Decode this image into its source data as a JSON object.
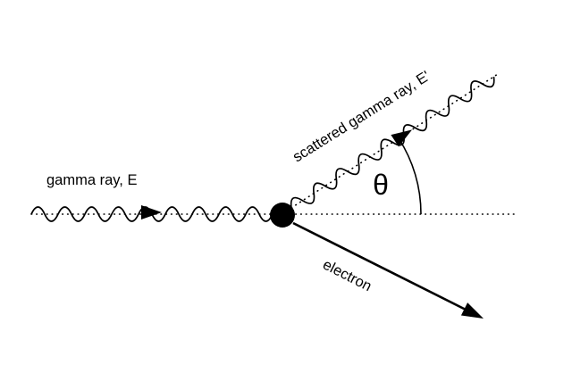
{
  "diagram": {
    "type": "physics-compton-scattering",
    "colors": {
      "ink": "#000000",
      "background": "#ffffff"
    },
    "labels": {
      "incident_ray": "gamma ray, E",
      "scattered_ray": "scattered gamma ray, E'",
      "electron": "electron",
      "angle": "θ"
    }
  }
}
